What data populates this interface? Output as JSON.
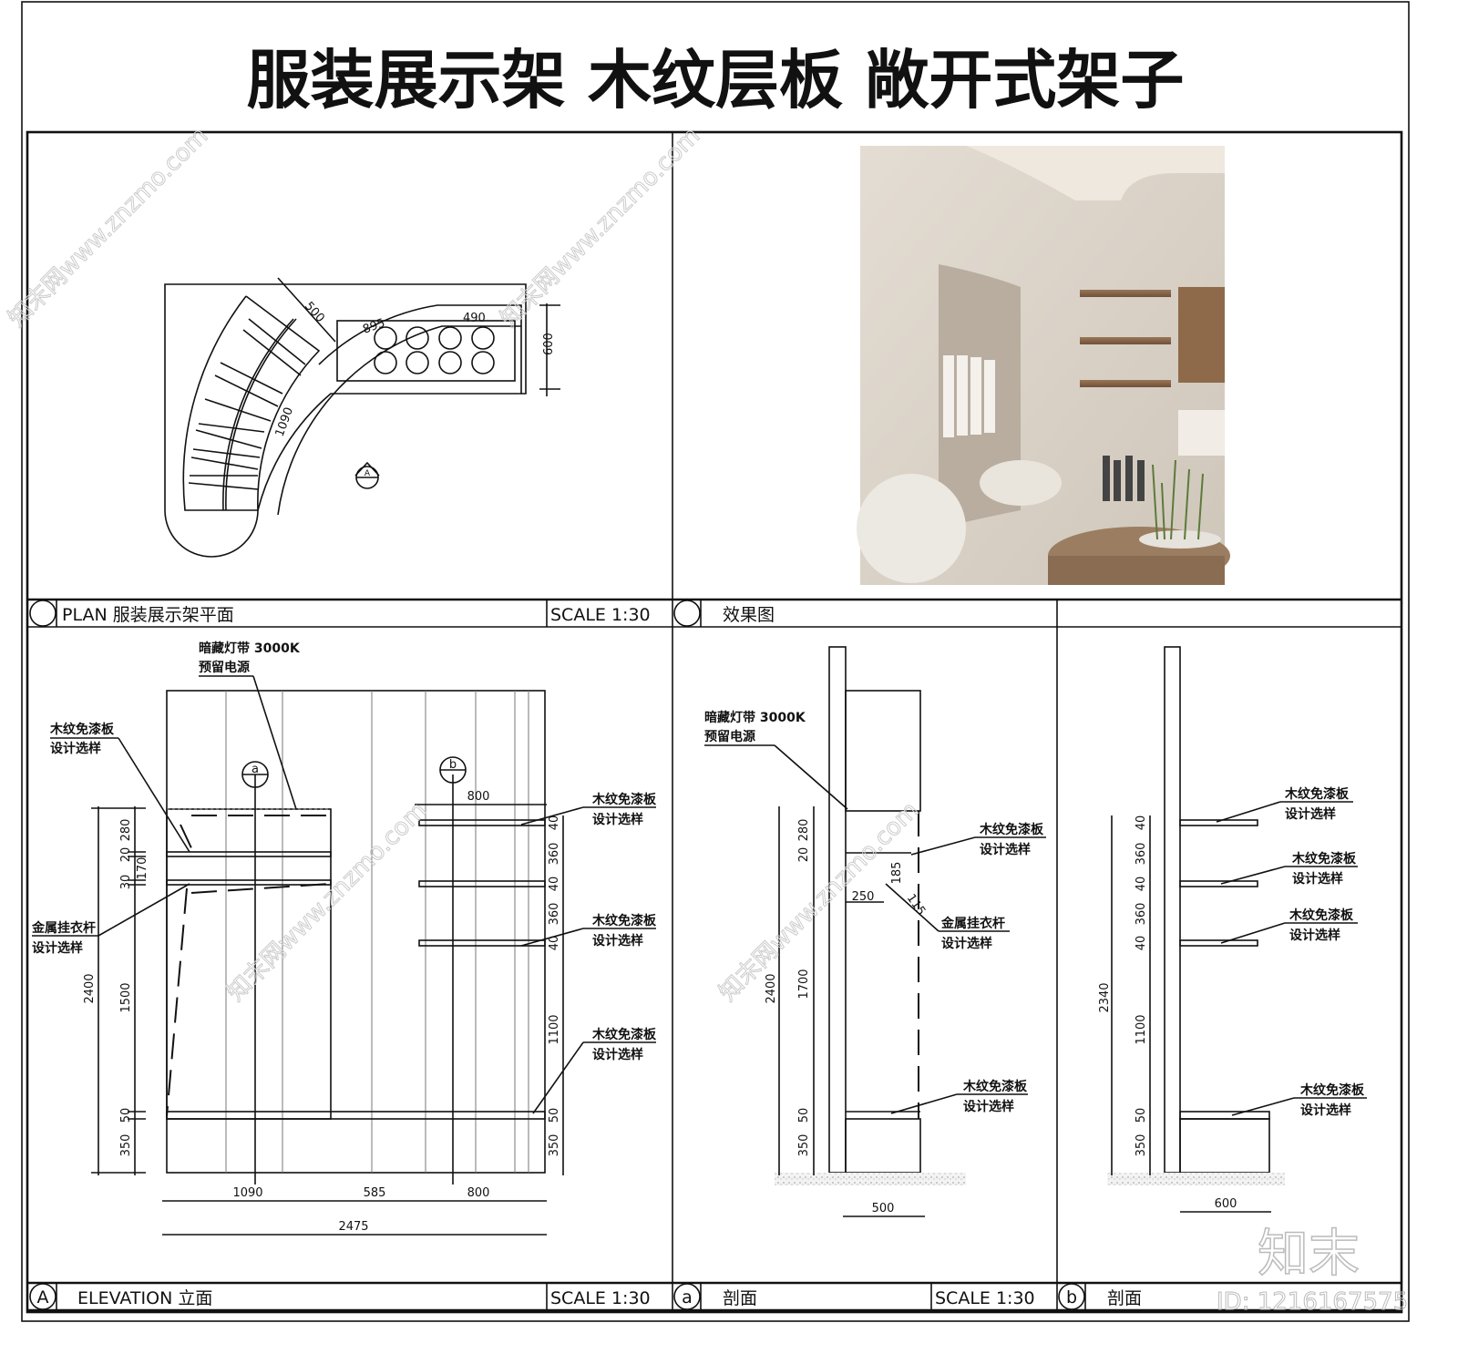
{
  "title": "服装展示架  木纹层板 敞开式架子",
  "panels": {
    "plan": {
      "marker": "",
      "label": "PLAN  服装展示架平面",
      "scale": "SCALE  1:30",
      "dims": {
        "d500": "500",
        "d895": "895",
        "d490": "490",
        "d600": "600",
        "d1090": "1090"
      },
      "view_marker": "A"
    },
    "render": {
      "label": "效果图"
    },
    "elevation": {
      "marker": "A",
      "label": "ELEVATION  立面",
      "scale": "SCALE  1:30",
      "section_a": "a",
      "section_b": "b",
      "notes": {
        "light1": "暗藏灯带 3000K",
        "light2": "预留电源",
        "wood": "木纹免漆板",
        "select": "设计选样",
        "rod": "金属挂衣杆"
      },
      "left_dims": [
        "2400",
        "280",
        "20",
        "170",
        "30",
        "1500",
        "50",
        "350"
      ],
      "right_dims": [
        "40",
        "360",
        "40",
        "360",
        "40",
        "1100",
        "50",
        "350"
      ],
      "top_dim": "800",
      "bottom_dims": [
        "1090",
        "585",
        "800",
        "2475"
      ]
    },
    "section_a": {
      "marker": "a",
      "label": "剖面",
      "scale": "SCALE  1:30",
      "dims": [
        "2400",
        "280",
        "20",
        "1700",
        "50",
        "350",
        "250",
        "185",
        "115",
        "500"
      ]
    },
    "section_b": {
      "marker": "b",
      "label": "剖面",
      "dims": [
        "2340",
        "40",
        "360",
        "40",
        "360",
        "40",
        "1100",
        "50",
        "350",
        "600"
      ]
    }
  },
  "watermark": {
    "brand": "知末",
    "id": "ID: 1216167575",
    "site": "知末网www.znzmo.com"
  }
}
